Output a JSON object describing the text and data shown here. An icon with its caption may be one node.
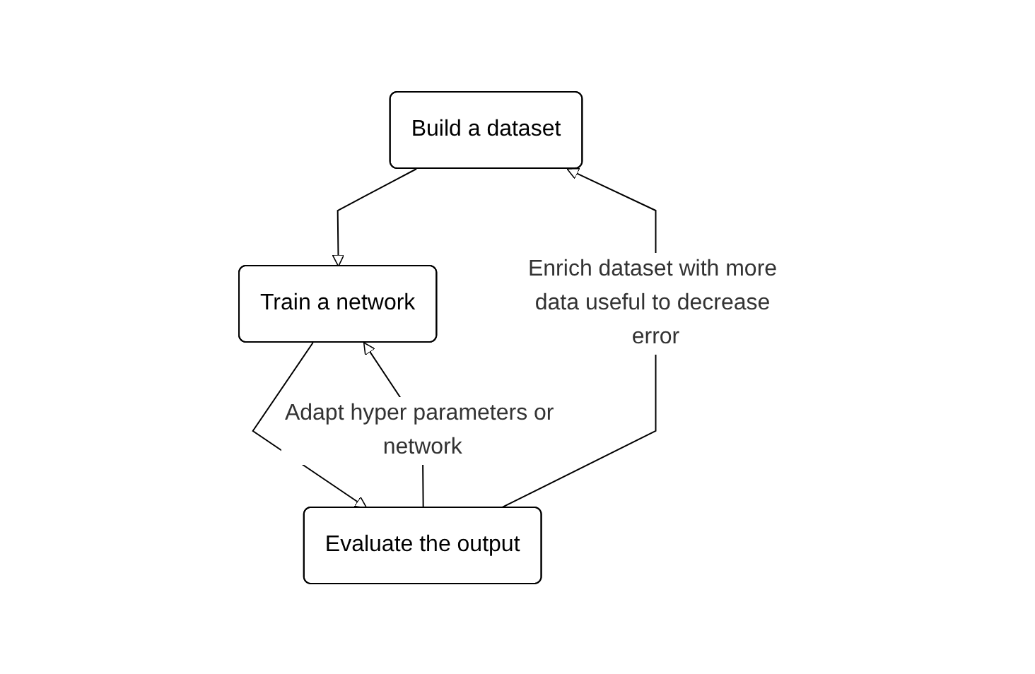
{
  "diagram": {
    "nodes": [
      {
        "text": [
          "Build a dataset"
        ]
      },
      {
        "text": [
          "Train a network"
        ]
      },
      {
        "text": [
          "Evaluate the output"
        ]
      }
    ],
    "edges": [
      {
        "from": 0,
        "to": 1,
        "arrow": "to"
      },
      {
        "from": 1,
        "to": 2,
        "arrow": "to"
      },
      {
        "from": 2,
        "to": 1,
        "arrow": "to",
        "label": "Adapt hyper parameters or network"
      },
      {
        "from": 2,
        "to": 0,
        "arrow": "to",
        "label": "Enrich dataset with more data useful to decrease error"
      }
    ]
  }
}
